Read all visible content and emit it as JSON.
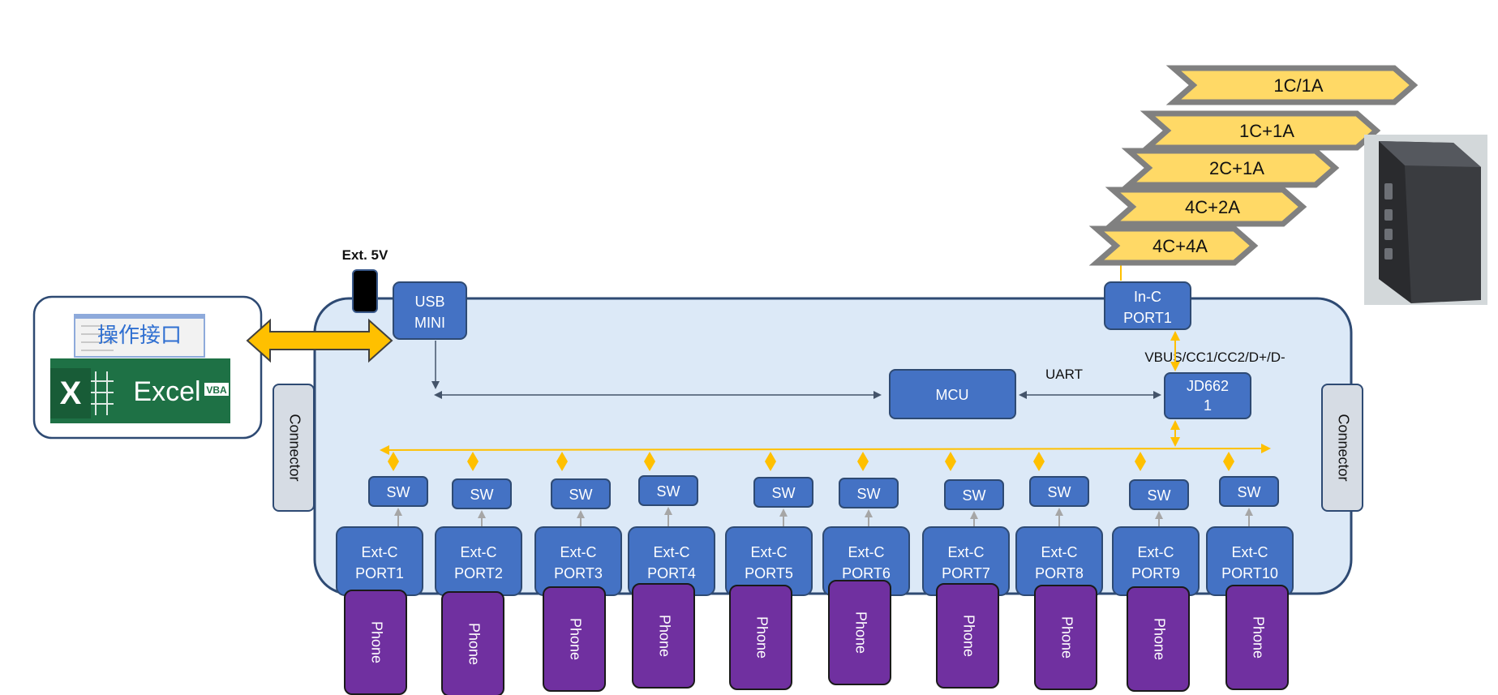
{
  "board": {
    "usb_mini": {
      "line1": "USB",
      "line2": "MINI"
    },
    "ext_power_label": "Ext. 5V",
    "connector_label": "Connector",
    "mcu_label": "MCU",
    "uart_label": "UART",
    "chip": {
      "line1": "JD662",
      "line2": "1"
    },
    "bus_label": "VBUS/CC1/CC2/D+/D-",
    "in_port": {
      "line1": "In-C",
      "line2": "PORT1"
    },
    "switch_label": "SW",
    "ext_port_prefix": "Ext-C",
    "phone_label": "Phone",
    "ext_ports": [
      "PORT1",
      "PORT2",
      "PORT3",
      "PORT4",
      "PORT5",
      "PORT6",
      "PORT7",
      "PORT8",
      "PORT9",
      "PORT10"
    ]
  },
  "pc_app": {
    "title_cn": "操作接口",
    "app_name": "Excel",
    "app_badge": "VBA",
    "logo_letter": "X"
  },
  "charge_modes": [
    "4C+4A",
    "4C+2A",
    "2C+1A",
    "1C+1A",
    "1C/1A"
  ],
  "colors": {
    "board_fill": "#dce9f7",
    "board_stroke": "#2e4a73",
    "box_blue": "#4472c4",
    "phone_purple": "#7030a0",
    "arrow_yellow": "#ffc000",
    "mode_fill": "#ffd966",
    "mode_stroke": "#808080",
    "excel_green": "#1e7145"
  }
}
